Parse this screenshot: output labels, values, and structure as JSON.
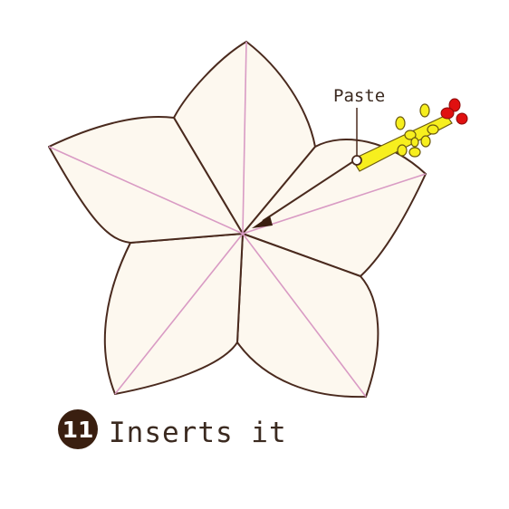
{
  "step": {
    "number": "11",
    "caption": "Inserts it"
  },
  "callout": {
    "label": "Paste"
  },
  "colors": {
    "petal_fill": "#fdf8ef",
    "outline": "#4a2a1e",
    "crease": "#d99bc4",
    "stamen": "#f7ef1e",
    "stamen_outline": "#6b5a10",
    "anther": "#e01010",
    "badge": "#3a1f10",
    "caption_text": "#3b2a20"
  },
  "icons": [
    "arrow-icon",
    "glue-dot-icon"
  ]
}
